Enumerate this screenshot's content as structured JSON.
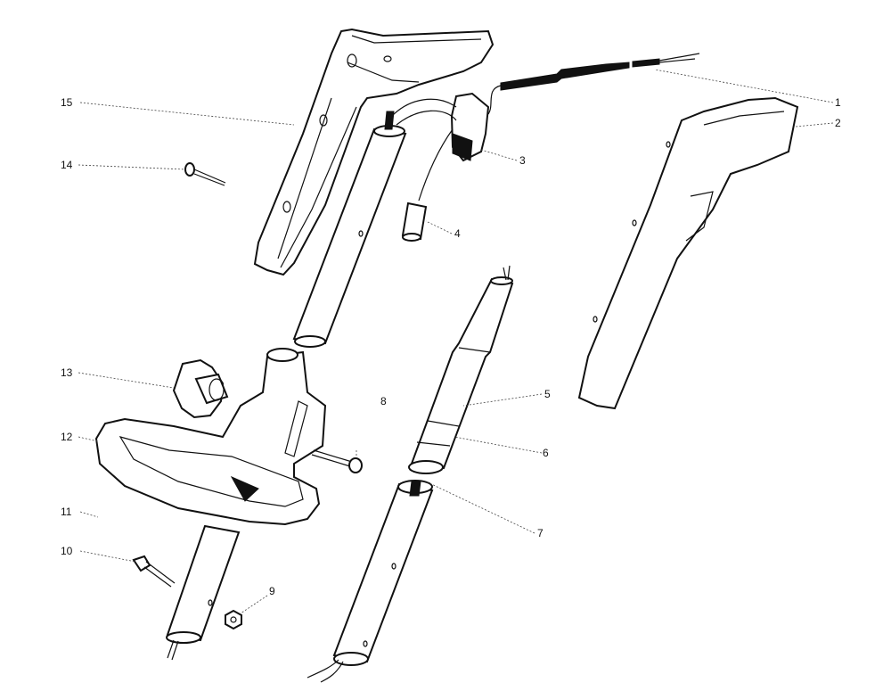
{
  "diagram": {
    "callouts": {
      "c1": "1",
      "c2": "2",
      "c3": "3",
      "c4": "4",
      "c5": "5",
      "c6": "6",
      "c7": "7",
      "c8": "8",
      "c9": "9",
      "c10": "10",
      "c11": "11",
      "c12": "12",
      "c13": "13",
      "c14": "14",
      "c15": "15"
    },
    "parts": [
      {
        "ref": "1",
        "icon": "cable-icon"
      },
      {
        "ref": "2",
        "icon": "handle-cover-right-icon"
      },
      {
        "ref": "3",
        "icon": "switch-icon"
      },
      {
        "ref": "4",
        "icon": "wire-connector-icon"
      },
      {
        "ref": "5",
        "icon": "upper-tube-icon"
      },
      {
        "ref": "6",
        "icon": "tube-sleeve-icon"
      },
      {
        "ref": "7",
        "icon": "lower-tube-icon"
      },
      {
        "ref": "8",
        "icon": "bolt-icon"
      },
      {
        "ref": "9",
        "icon": "nut-icon"
      },
      {
        "ref": "10",
        "icon": "bolt-icon"
      },
      {
        "ref": "11",
        "icon": "shaft-tube-icon"
      },
      {
        "ref": "12",
        "icon": "loop-handle-icon"
      },
      {
        "ref": "13",
        "icon": "knob-icon"
      },
      {
        "ref": "14",
        "icon": "screw-icon"
      },
      {
        "ref": "15",
        "icon": "handle-cover-left-icon"
      }
    ]
  }
}
